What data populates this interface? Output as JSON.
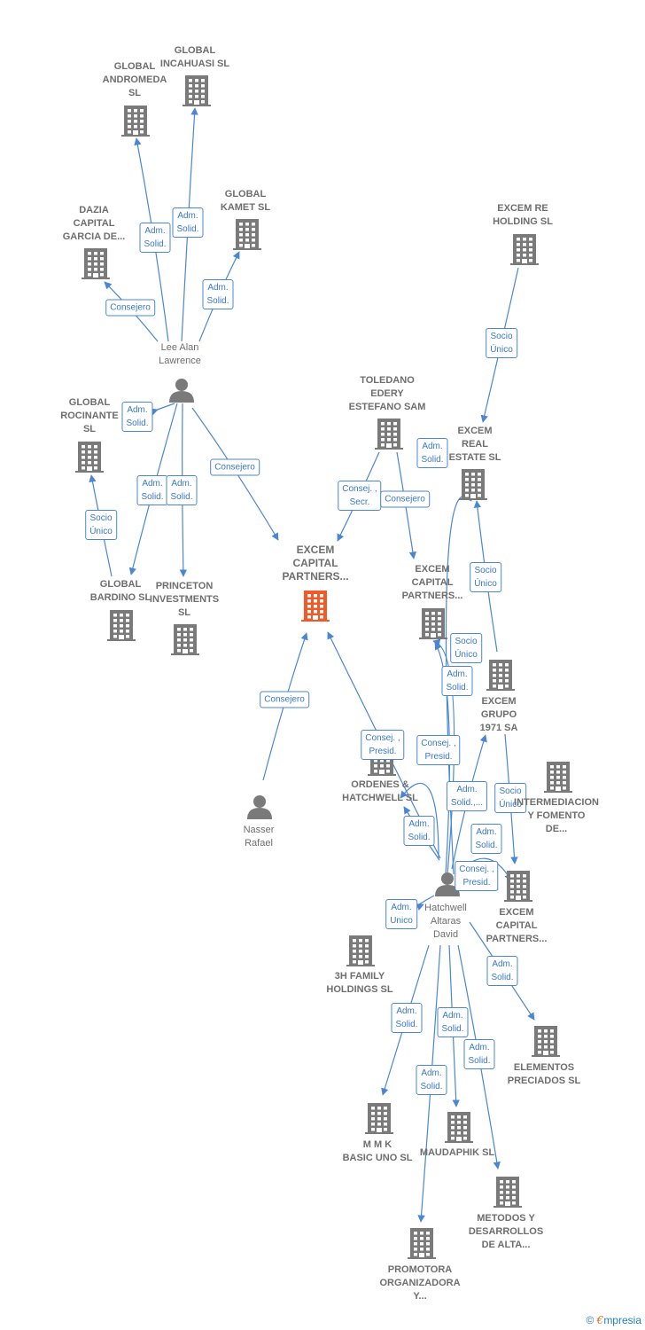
{
  "colors": {
    "edge": "#4a86d4",
    "company": "#7a7a7a",
    "central": "#f05a28",
    "person": "#7a7a7a"
  },
  "nodes": [
    {
      "id": "central",
      "type": "company",
      "central": true,
      "label": "EXCEM\nCAPITAL\nPARTNERS..."
    },
    {
      "id": "andromeda",
      "type": "company",
      "label": "GLOBAL\nANDROMEDA\nSL"
    },
    {
      "id": "incahuasi",
      "type": "company",
      "label": "GLOBAL\nINCAHUASI  SL"
    },
    {
      "id": "kamet",
      "type": "company",
      "label": "GLOBAL\nKAMET  SL"
    },
    {
      "id": "dazia",
      "type": "company",
      "label": "DAZIA\nCAPITAL\nGARCIA DE..."
    },
    {
      "id": "lee",
      "type": "person",
      "label": "Lee Alan\nLawrence"
    },
    {
      "id": "rocinante",
      "type": "company",
      "label": "GLOBAL\nROCINANTE\nSL"
    },
    {
      "id": "bardino",
      "type": "company",
      "label": "GLOBAL\nBARDINO  SL"
    },
    {
      "id": "princeton",
      "type": "company",
      "label": "PRINCETON\nINVESTMENTS\nSL"
    },
    {
      "id": "excemre",
      "type": "company",
      "label": "EXCEM RE\nHOLDING  SL"
    },
    {
      "id": "toledano",
      "type": "company",
      "label": "TOLEDANO\nEDERY\nESTEFANO SAM"
    },
    {
      "id": "excemreal",
      "type": "company",
      "label": "EXCEM\nREAL\nESTATE  SL"
    },
    {
      "id": "excemcap2",
      "type": "company",
      "label": "EXCEM\nCAPITAL\nPARTNERS..."
    },
    {
      "id": "excemgrupo",
      "type": "company",
      "label": "EXCEM\nGRUPO\n1971 SA"
    },
    {
      "id": "ordenes",
      "type": "company",
      "label": "ORDENES &\nHATCHWELL SL"
    },
    {
      "id": "intermediacion",
      "type": "company",
      "label": "INTERMEDIACION\nY FOMENTO\nDE..."
    },
    {
      "id": "nasser",
      "type": "person",
      "label": "Nasser\nRafael"
    },
    {
      "id": "hatchwell",
      "type": "person",
      "label": "Hatchwell\nAltaras\nDavid"
    },
    {
      "id": "excemcap3",
      "type": "company",
      "label": "EXCEM\nCAPITAL\nPARTNERS..."
    },
    {
      "id": "threeh",
      "type": "company",
      "label": "3H FAMILY\nHOLDINGS  SL"
    },
    {
      "id": "elementos",
      "type": "company",
      "label": "ELEMENTOS\nPRECIADOS SL"
    },
    {
      "id": "mmk",
      "type": "company",
      "label": "M M K\nBASIC UNO SL"
    },
    {
      "id": "maudaphik",
      "type": "company",
      "label": "MAUDAPHIK SL"
    },
    {
      "id": "metodos",
      "type": "company",
      "label": "METODOS Y\nDESARROLLOS\nDE ALTA..."
    },
    {
      "id": "promotora",
      "type": "company",
      "label": "PROMOTORA\nORGANIZADORA\nY..."
    }
  ],
  "edges": [
    {
      "from": "lee",
      "to": "andromeda",
      "label": "Adm.\nSolid."
    },
    {
      "from": "lee",
      "to": "incahuasi",
      "label": "Adm.\nSolid."
    },
    {
      "from": "lee",
      "to": "kamet",
      "label": "Adm.\nSolid."
    },
    {
      "from": "lee",
      "to": "dazia",
      "label": "Consejero"
    },
    {
      "from": "lee",
      "to": "rocinante",
      "label": "Adm.\nSolid."
    },
    {
      "from": "lee",
      "to": "bardino",
      "label": "Adm.\nSolid."
    },
    {
      "from": "lee",
      "to": "princeton",
      "label": "Adm.\nSolid."
    },
    {
      "from": "lee",
      "to": "central",
      "label": "Consejero"
    },
    {
      "from": "bardino",
      "to": "rocinante",
      "label": "Socio\nÚnico"
    },
    {
      "from": "excemre",
      "to": "excemreal",
      "label": "Socio\nÚnico"
    },
    {
      "from": "toledano",
      "to": "central",
      "label": "Consej. ,\nSecr."
    },
    {
      "from": "toledano",
      "to": "excemcap2",
      "label": "Consejero"
    },
    {
      "from": "hatchwell",
      "to": "excemreal",
      "label": "Adm.\nSolid."
    },
    {
      "from": "excemgrupo",
      "to": "excemreal",
      "label": "Socio\nÚnico"
    },
    {
      "from": "hatchwell",
      "to": "excemcap2",
      "label": "Socio\nÚnico"
    },
    {
      "from": "hatchwell",
      "to": "excemcap2",
      "label": "Adm.\nSolid."
    },
    {
      "from": "nasser",
      "to": "central",
      "label": "Consejero"
    },
    {
      "from": "hatchwell",
      "to": "central",
      "label": "Consej. ,\nPresid."
    },
    {
      "from": "hatchwell",
      "to": "ordenes",
      "label": "Consej. ,\nPresid."
    },
    {
      "from": "hatchwell",
      "to": "ordenes",
      "label": "Adm.\nSolid."
    },
    {
      "from": "hatchwell",
      "to": "excemgrupo",
      "label": "Adm.\nSolid.,..."
    },
    {
      "from": "excemgrupo",
      "to": "excemcap3",
      "label": "Socio\nÚnico"
    },
    {
      "from": "hatchwell",
      "to": "excemcap3",
      "label": "Adm.\nSolid."
    },
    {
      "from": "hatchwell",
      "to": "excemcap3",
      "label": "Consej. ,\nPresid."
    },
    {
      "from": "hatchwell",
      "to": "threeh",
      "label": "Adm.\nUnico"
    },
    {
      "from": "hatchwell",
      "to": "elementos",
      "label": "Adm.\nSolid."
    },
    {
      "from": "hatchwell",
      "to": "mmk",
      "label": "Adm.\nSolid."
    },
    {
      "from": "hatchwell",
      "to": "maudaphik",
      "label": "Adm.\nSolid."
    },
    {
      "from": "hatchwell",
      "to": "metodos",
      "label": "Adm.\nSolid."
    },
    {
      "from": "hatchwell",
      "to": "promotora",
      "label": "Adm.\nSolid."
    }
  ],
  "footer": {
    "copyright": "©",
    "brand_first": "€",
    "brand_rest": "mpresia"
  }
}
